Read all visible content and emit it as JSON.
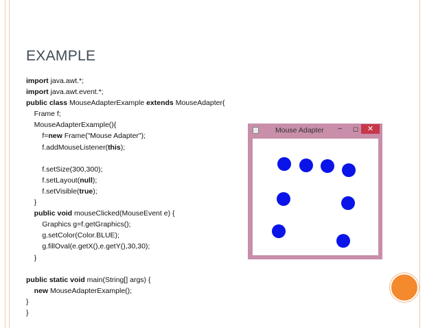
{
  "slide": {
    "title": "EXAMPLE",
    "code_lines": [
      [
        {
          "t": "import",
          "b": true
        },
        {
          "t": " java.awt.*;"
        }
      ],
      [
        {
          "t": "import",
          "b": true
        },
        {
          "t": " java.awt.event.*;"
        }
      ],
      [
        {
          "t": "public class",
          "b": true
        },
        {
          "t": " MouseAdapterExample "
        },
        {
          "t": "extends",
          "b": true
        },
        {
          "t": " MouseAdapter{"
        }
      ],
      [
        {
          "t": "    Frame f;"
        }
      ],
      [
        {
          "t": "    MouseAdapterExample(){"
        }
      ],
      [
        {
          "t": "        f="
        },
        {
          "t": "new",
          "b": true
        },
        {
          "t": " Frame(\"Mouse Adapter\");"
        }
      ],
      [
        {
          "t": "        f.addMouseListener("
        },
        {
          "t": "this",
          "b": true
        },
        {
          "t": ");"
        }
      ],
      [
        {
          "t": ""
        }
      ],
      [
        {
          "t": "        f.setSize(300,300);"
        }
      ],
      [
        {
          "t": "        f.setLayout("
        },
        {
          "t": "null",
          "b": true
        },
        {
          "t": ");"
        }
      ],
      [
        {
          "t": "        f.setVisible("
        },
        {
          "t": "true",
          "b": true
        },
        {
          "t": ");"
        }
      ],
      [
        {
          "t": "    }"
        }
      ],
      [
        {
          "t": "    "
        },
        {
          "t": "public void",
          "b": true
        },
        {
          "t": " mouseClicked(MouseEvent e) {"
        }
      ],
      [
        {
          "t": "        Graphics g=f.getGraphics();"
        }
      ],
      [
        {
          "t": "        g.setColor(Color.BLUE);"
        }
      ],
      [
        {
          "t": "        g.fillOval(e.getX(),e.getY(),30,30);"
        }
      ],
      [
        {
          "t": "    }"
        }
      ],
      [
        {
          "t": ""
        }
      ],
      [
        {
          "t": "public static void",
          "b": true
        },
        {
          "t": " main(String[] args) {"
        }
      ],
      [
        {
          "t": "    "
        },
        {
          "t": "new",
          "b": true
        },
        {
          "t": " MouseAdapterExample();"
        }
      ],
      [
        {
          "t": "}"
        }
      ],
      [
        {
          "t": "}"
        }
      ]
    ]
  },
  "window": {
    "title": "Mouse Adapter",
    "min_glyph": "–",
    "max_glyph": "☐",
    "close_glyph": "✕",
    "frame_color": "#c88eaa",
    "close_color": "#c7374a",
    "dot_color": "#0a14e8"
  },
  "icons": {
    "app": "java-app-icon",
    "minimize": "minimize-icon",
    "maximize": "maximize-icon",
    "close": "close-icon"
  },
  "accent": {
    "orange": "#f4892e"
  }
}
